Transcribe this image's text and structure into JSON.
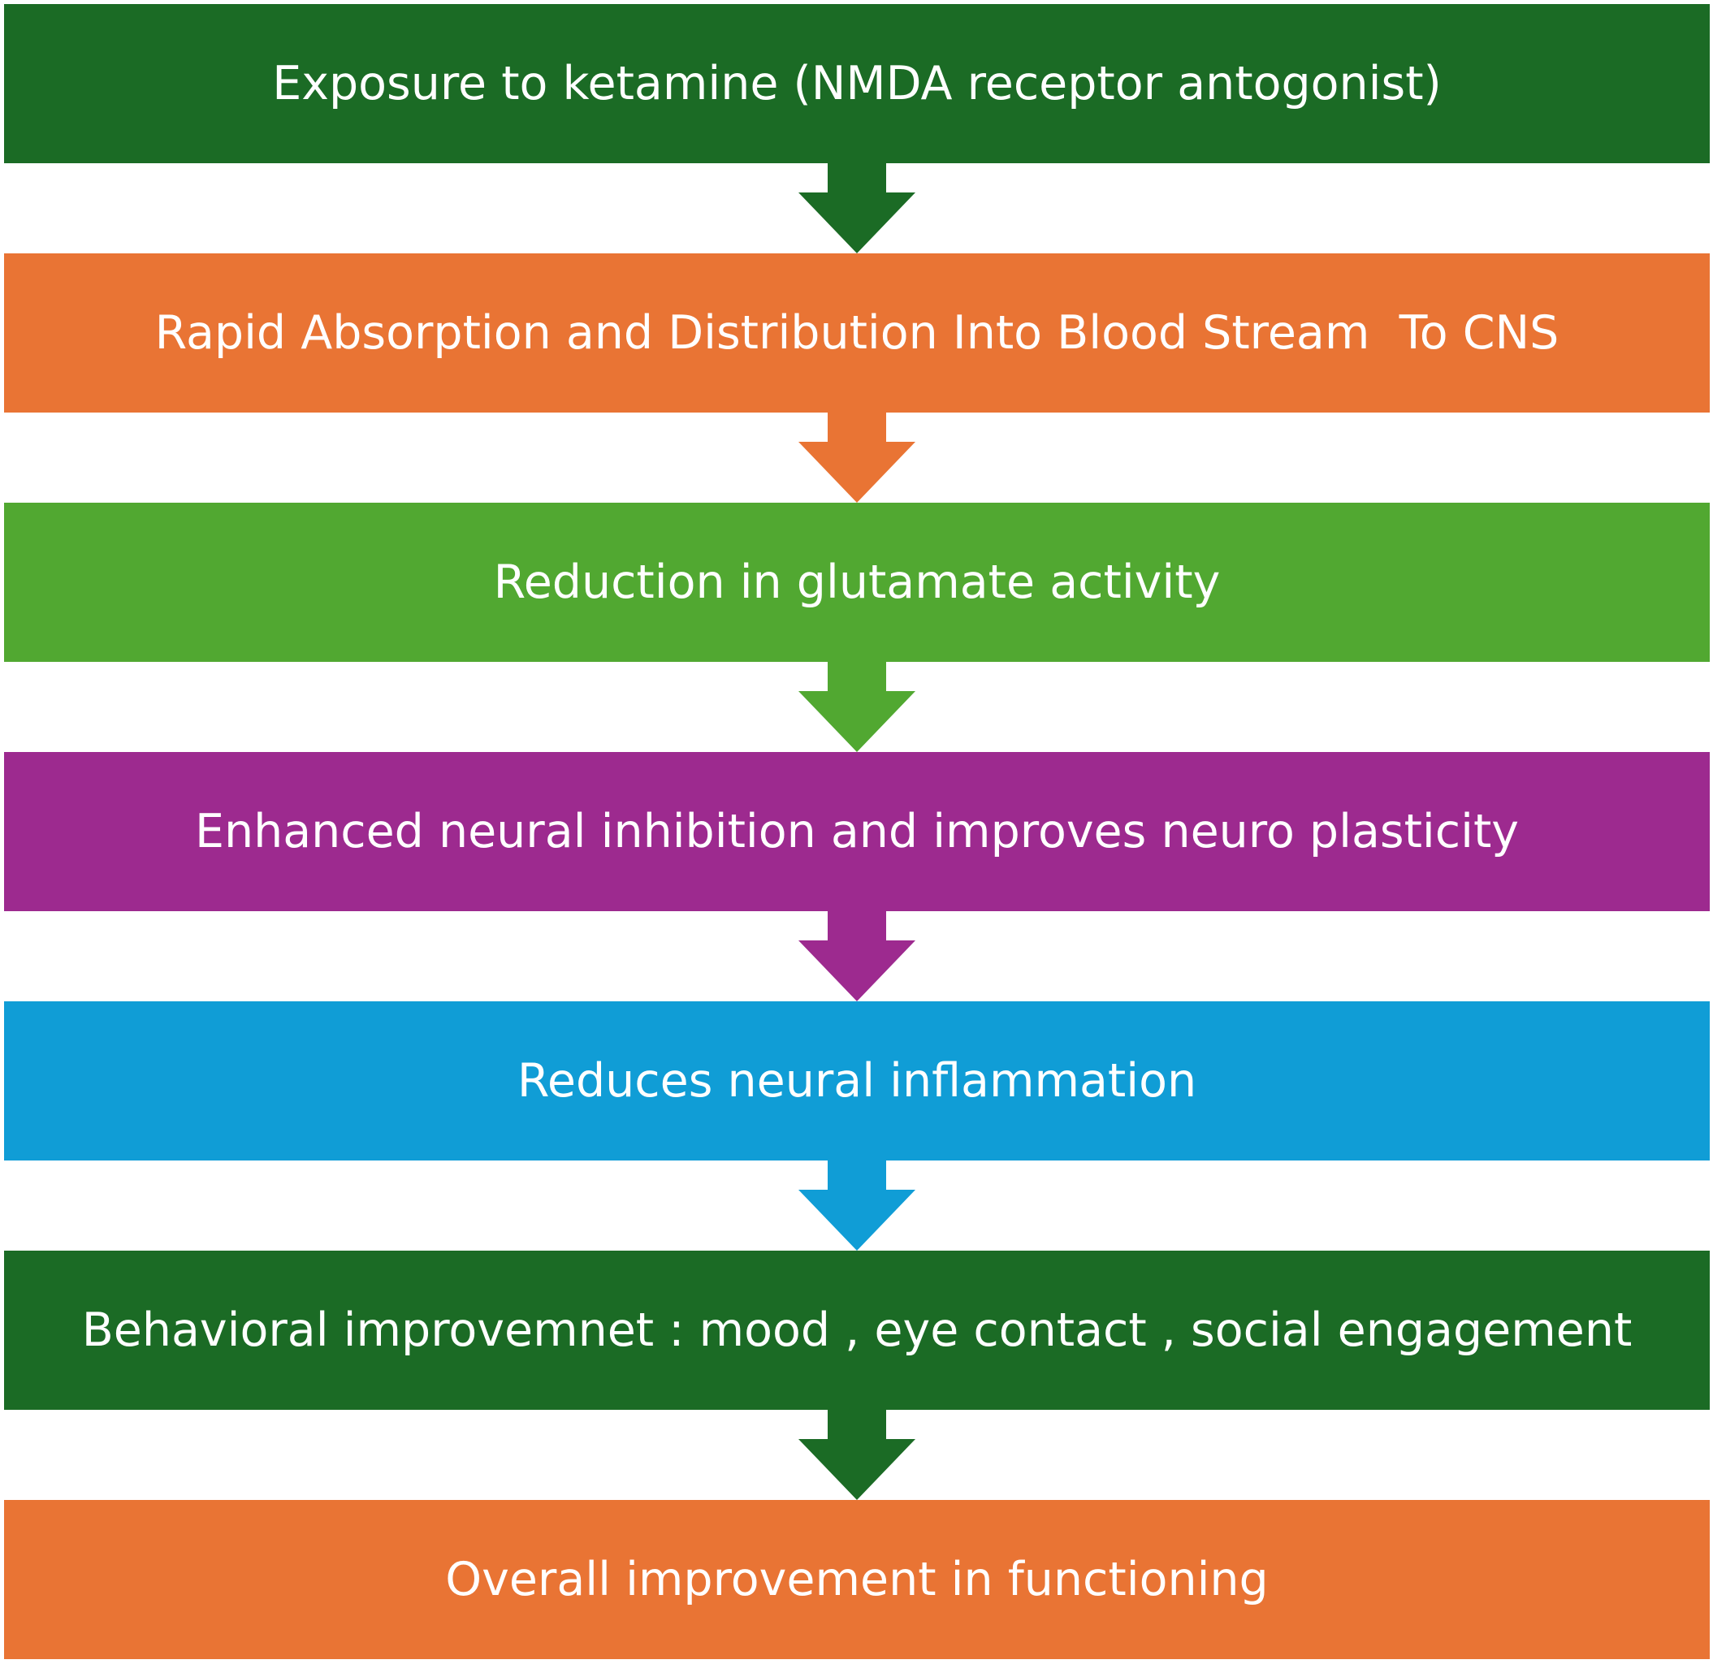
{
  "steps": [
    {
      "label": "Exposure to ketamine (NMDA receptor antogonist)",
      "color": "#1b6b25"
    },
    {
      "label": "Rapid Absorption and Distribution Into Blood Stream  To CNS",
      "color": "#e97434"
    },
    {
      "label": "Reduction in glutamate activity",
      "color": "#51a831"
    },
    {
      "label": "Enhanced neural inhibition and improves neuro plasticity",
      "color": "#9d2a8f"
    },
    {
      "label": "Reduces neural inflammation",
      "color": "#109dd6"
    },
    {
      "label": "Behavioral improvemnet : mood , eye contact , social engagement",
      "color": "#1b6b25"
    },
    {
      "label": "Overall improvement in functioning",
      "color": "#e97434"
    }
  ],
  "arrows": [
    {
      "icon": "down-arrow-icon",
      "color": "#1b6b25"
    },
    {
      "icon": "down-arrow-icon",
      "color": "#e97434"
    },
    {
      "icon": "down-arrow-icon",
      "color": "#51a831"
    },
    {
      "icon": "down-arrow-icon",
      "color": "#9d2a8f"
    },
    {
      "icon": "down-arrow-icon",
      "color": "#109dd6"
    },
    {
      "icon": "down-arrow-icon",
      "color": "#1b6b25"
    }
  ]
}
